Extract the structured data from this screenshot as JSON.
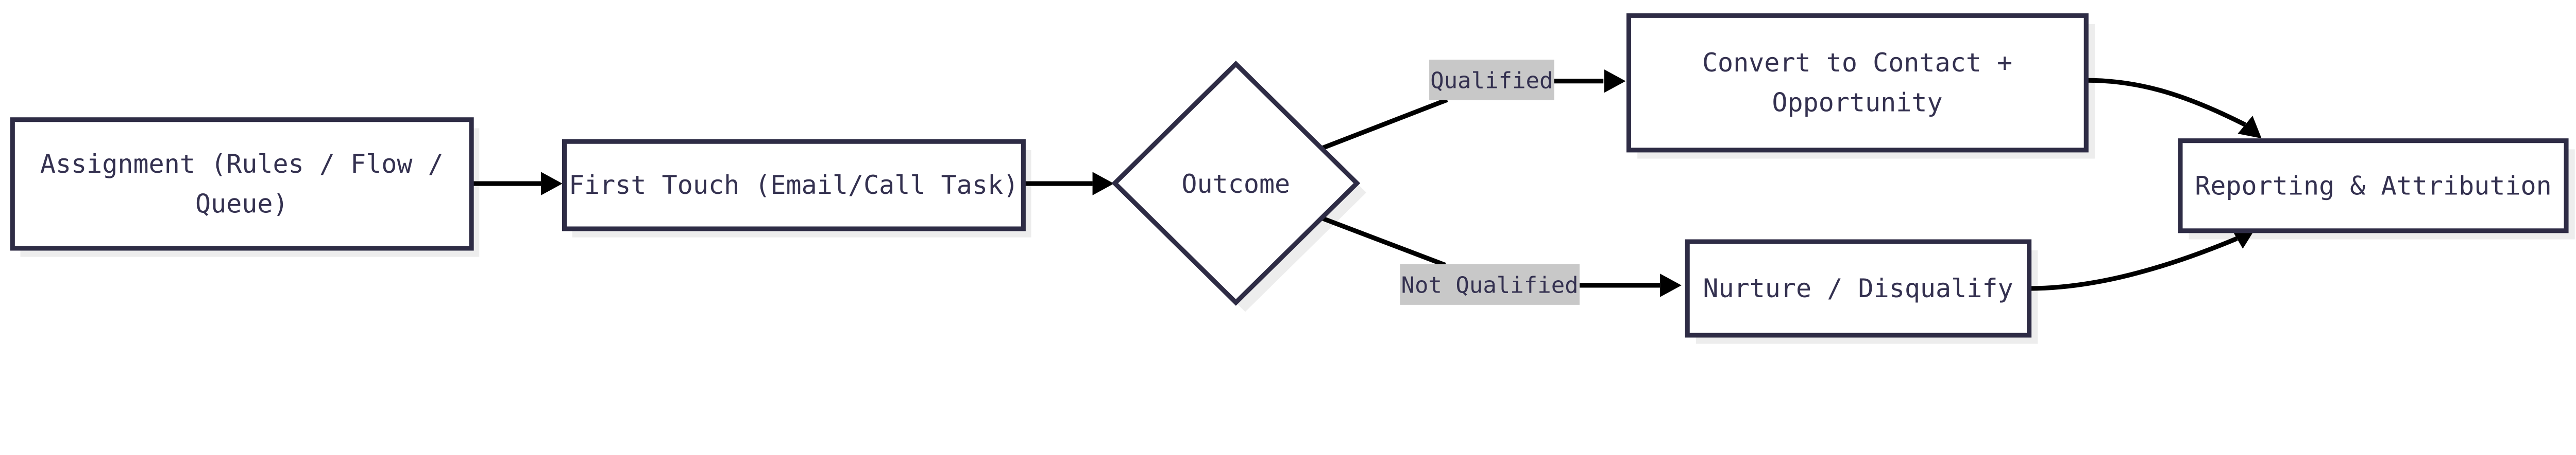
{
  "diagram": {
    "type": "flowchart",
    "direction": "LR",
    "nodes": [
      {
        "id": "assignment",
        "shape": "rectangle",
        "label": "Assignment (Rules / Flow / Queue)",
        "lines": [
          "Assignment (Rules / Flow /",
          "Queue)"
        ]
      },
      {
        "id": "first-touch",
        "shape": "rectangle",
        "label": "First Touch (Email/Call Task)",
        "lines": [
          "First Touch (Email/Call Task)"
        ]
      },
      {
        "id": "outcome",
        "shape": "diamond",
        "label": "Outcome"
      },
      {
        "id": "convert",
        "shape": "rectangle",
        "label": "Convert to Contact + Opportunity",
        "lines": [
          "Convert to Contact +",
          "Opportunity"
        ]
      },
      {
        "id": "nurture",
        "shape": "rectangle",
        "label": "Nurture / Disqualify",
        "lines": [
          "Nurture / Disqualify"
        ]
      },
      {
        "id": "reporting",
        "shape": "rectangle",
        "label": "Reporting & Attribution",
        "lines": [
          "Reporting & Attribution"
        ]
      }
    ],
    "edges": [
      {
        "from": "assignment",
        "to": "first-touch",
        "label": ""
      },
      {
        "from": "first-touch",
        "to": "outcome",
        "label": ""
      },
      {
        "from": "outcome",
        "to": "convert",
        "label": "Qualified"
      },
      {
        "from": "outcome",
        "to": "nurture",
        "label": "Not Qualified"
      },
      {
        "from": "convert",
        "to": "reporting",
        "label": ""
      },
      {
        "from": "nurture",
        "to": "reporting",
        "label": ""
      }
    ],
    "colors": {
      "background": "#ffffff",
      "node_fill": "#ffffff",
      "node_border": "#2e2c45",
      "node_text": "#343150",
      "edge_stroke": "#000000",
      "edge_label_background": "#c8c8c8",
      "drop_shadow": "#ededed"
    }
  }
}
